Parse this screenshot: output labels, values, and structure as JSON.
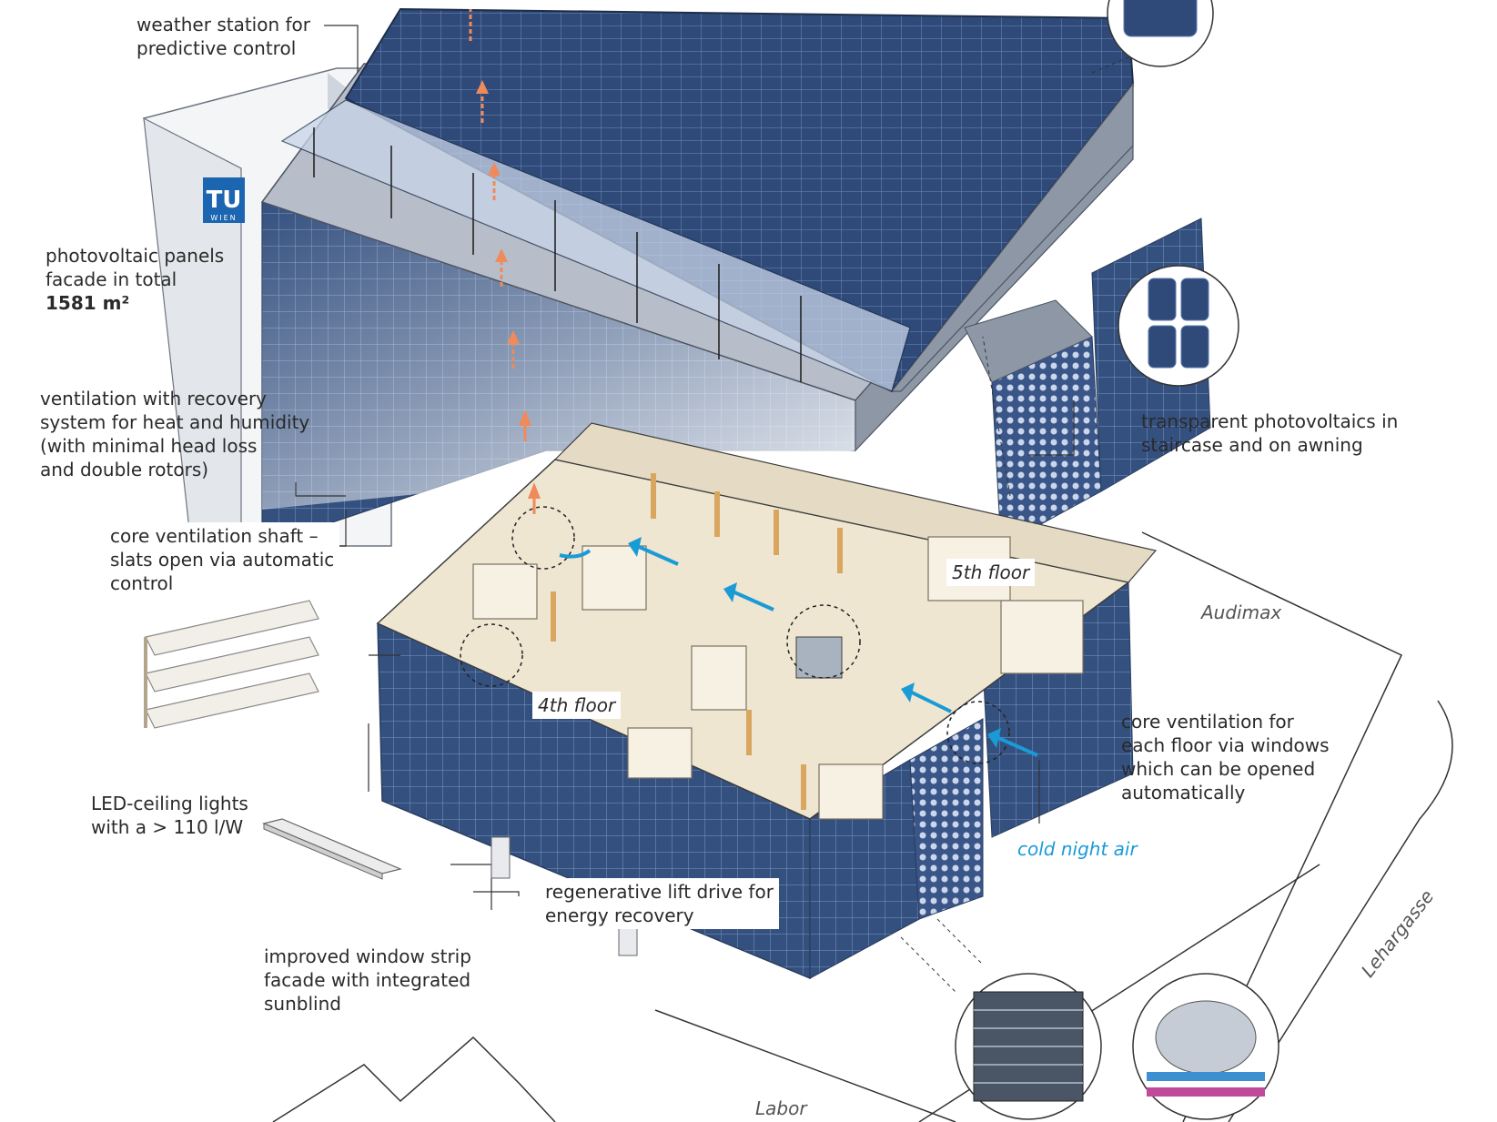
{
  "labels": {
    "weather_station": [
      "weather station for",
      "predictive control"
    ],
    "pv_panels": [
      "photovoltaic panels",
      "facade in total"
    ],
    "pv_area": "1581 m²",
    "ventilation": [
      "ventilation with recovery",
      "system for heat and humidity",
      "(with minimal head loss",
      "and double rotors)"
    ],
    "core_shaft": [
      "core ventilation shaft –",
      "slats open via automatic",
      "control"
    ],
    "led": [
      "LED-ceiling lights",
      "with a > 110 l/W"
    ],
    "window_strip": [
      "improved window strip",
      "facade with integrated",
      "sunblind"
    ],
    "lift": [
      "regenerative lift drive for",
      "energy recovery"
    ],
    "transparent_pv": [
      "transparent photovoltaics in",
      "staircase and on awning"
    ],
    "core_floor": [
      "core ventilation for",
      "each floor via windows",
      "which can be opened",
      "automatically"
    ],
    "cold_air": "cold night air",
    "floor5": "5th floor",
    "floor4": "4th floor",
    "audimax": "Audimax",
    "lehargasse": "Lehargasse",
    "labor": "Labor",
    "logo_main": "TU",
    "logo_sub": "WIEN"
  },
  "colors": {
    "pv_panel": "#2f4a78",
    "pv_grid": "#5a7ab0",
    "roof_grey": "#8d97a6",
    "interior": "#efe6d2",
    "heat_arrow": "#ef8a5a",
    "air_arrow": "#1b9bd6",
    "logo": "#1c65b0"
  }
}
